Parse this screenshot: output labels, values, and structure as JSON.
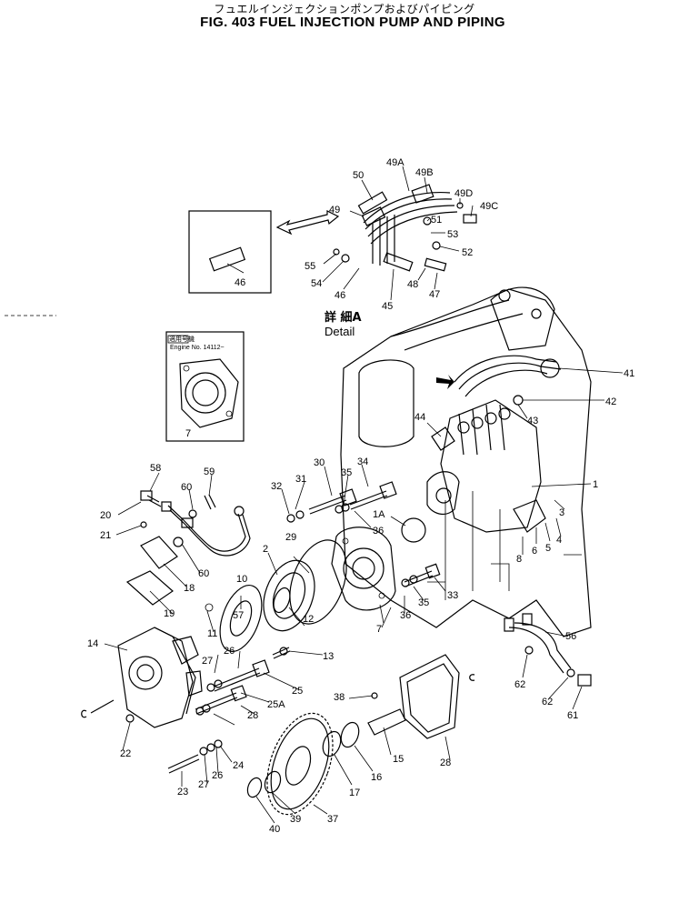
{
  "title_jp": "フュエルインジェクションポンプおよびパイピング",
  "title_en": "FIG. 403  FUEL INJECTION PUMP AND PIPING",
  "detail_jp": "詳 細A",
  "detail_en": "Detail",
  "engine_box_jp": "適用号機",
  "engine_box_en": "Engine No. 14112~",
  "labels": [
    "49A",
    "49B",
    "50",
    "49D",
    "49C",
    "49",
    "51",
    "53",
    "52",
    "55",
    "54",
    "46",
    "45",
    "48",
    "47",
    "46",
    "41",
    "42",
    "43",
    "44",
    "1",
    "1A",
    "36",
    "30",
    "31",
    "32",
    "35",
    "34",
    "7",
    "58",
    "59",
    "60",
    "20",
    "21",
    "18",
    "19",
    "57",
    "60",
    "2",
    "29",
    "10",
    "11",
    "12",
    "13",
    "14",
    "27",
    "26",
    "25",
    "25A",
    "28",
    "38",
    "15",
    "16",
    "17",
    "37",
    "39",
    "40",
    "22",
    "23",
    "24",
    "26",
    "27",
    "8",
    "6",
    "5",
    "4",
    "33",
    "35",
    "36",
    "7",
    "56",
    "62",
    "62",
    "61",
    "28",
    "3"
  ]
}
